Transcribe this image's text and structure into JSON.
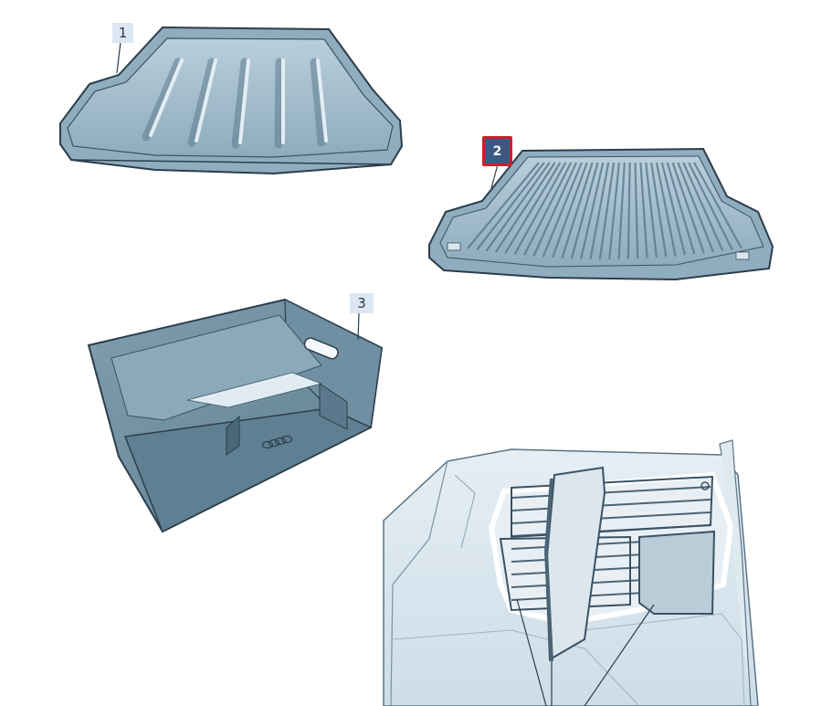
{
  "diagram": {
    "callouts": [
      {
        "id": "1",
        "label": "1",
        "selected": false
      },
      {
        "id": "2",
        "label": "2",
        "selected": true
      },
      {
        "id": "3",
        "label": "3",
        "selected": false
      }
    ],
    "colors": {
      "part_fill": "#9fb9c8",
      "part_dark": "#6f8fa2",
      "part_light": "#d5e3ec",
      "outline": "#2c3d4b",
      "callout_bg": "#dde7f1",
      "selected_bg": "#3a5a85",
      "selected_border": "#cc1f2a"
    }
  }
}
